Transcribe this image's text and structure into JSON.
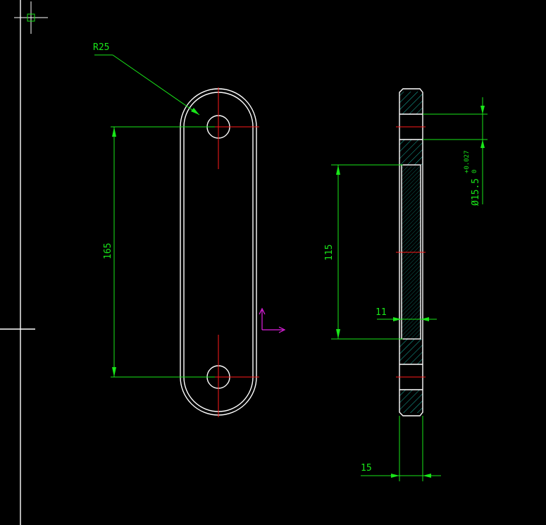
{
  "drawing": {
    "radius_label": "R25",
    "hole_spacing_label": "165",
    "slot_length_label": "115",
    "slot_width_label": "11",
    "thickness_label": "15",
    "bore_label": "Ø15.5",
    "bore_tol_upper": "+0.027",
    "bore_tol_lower": "0"
  },
  "colors": {
    "background": "#000000",
    "outline": "#ffffff",
    "dimension": "#19e619",
    "centerline": "#ff1a1a",
    "hatch": "#19c6b4",
    "ucs": "#e020e0"
  },
  "icons": [
    "crosshair-cursor-icon",
    "ucs-icon"
  ]
}
